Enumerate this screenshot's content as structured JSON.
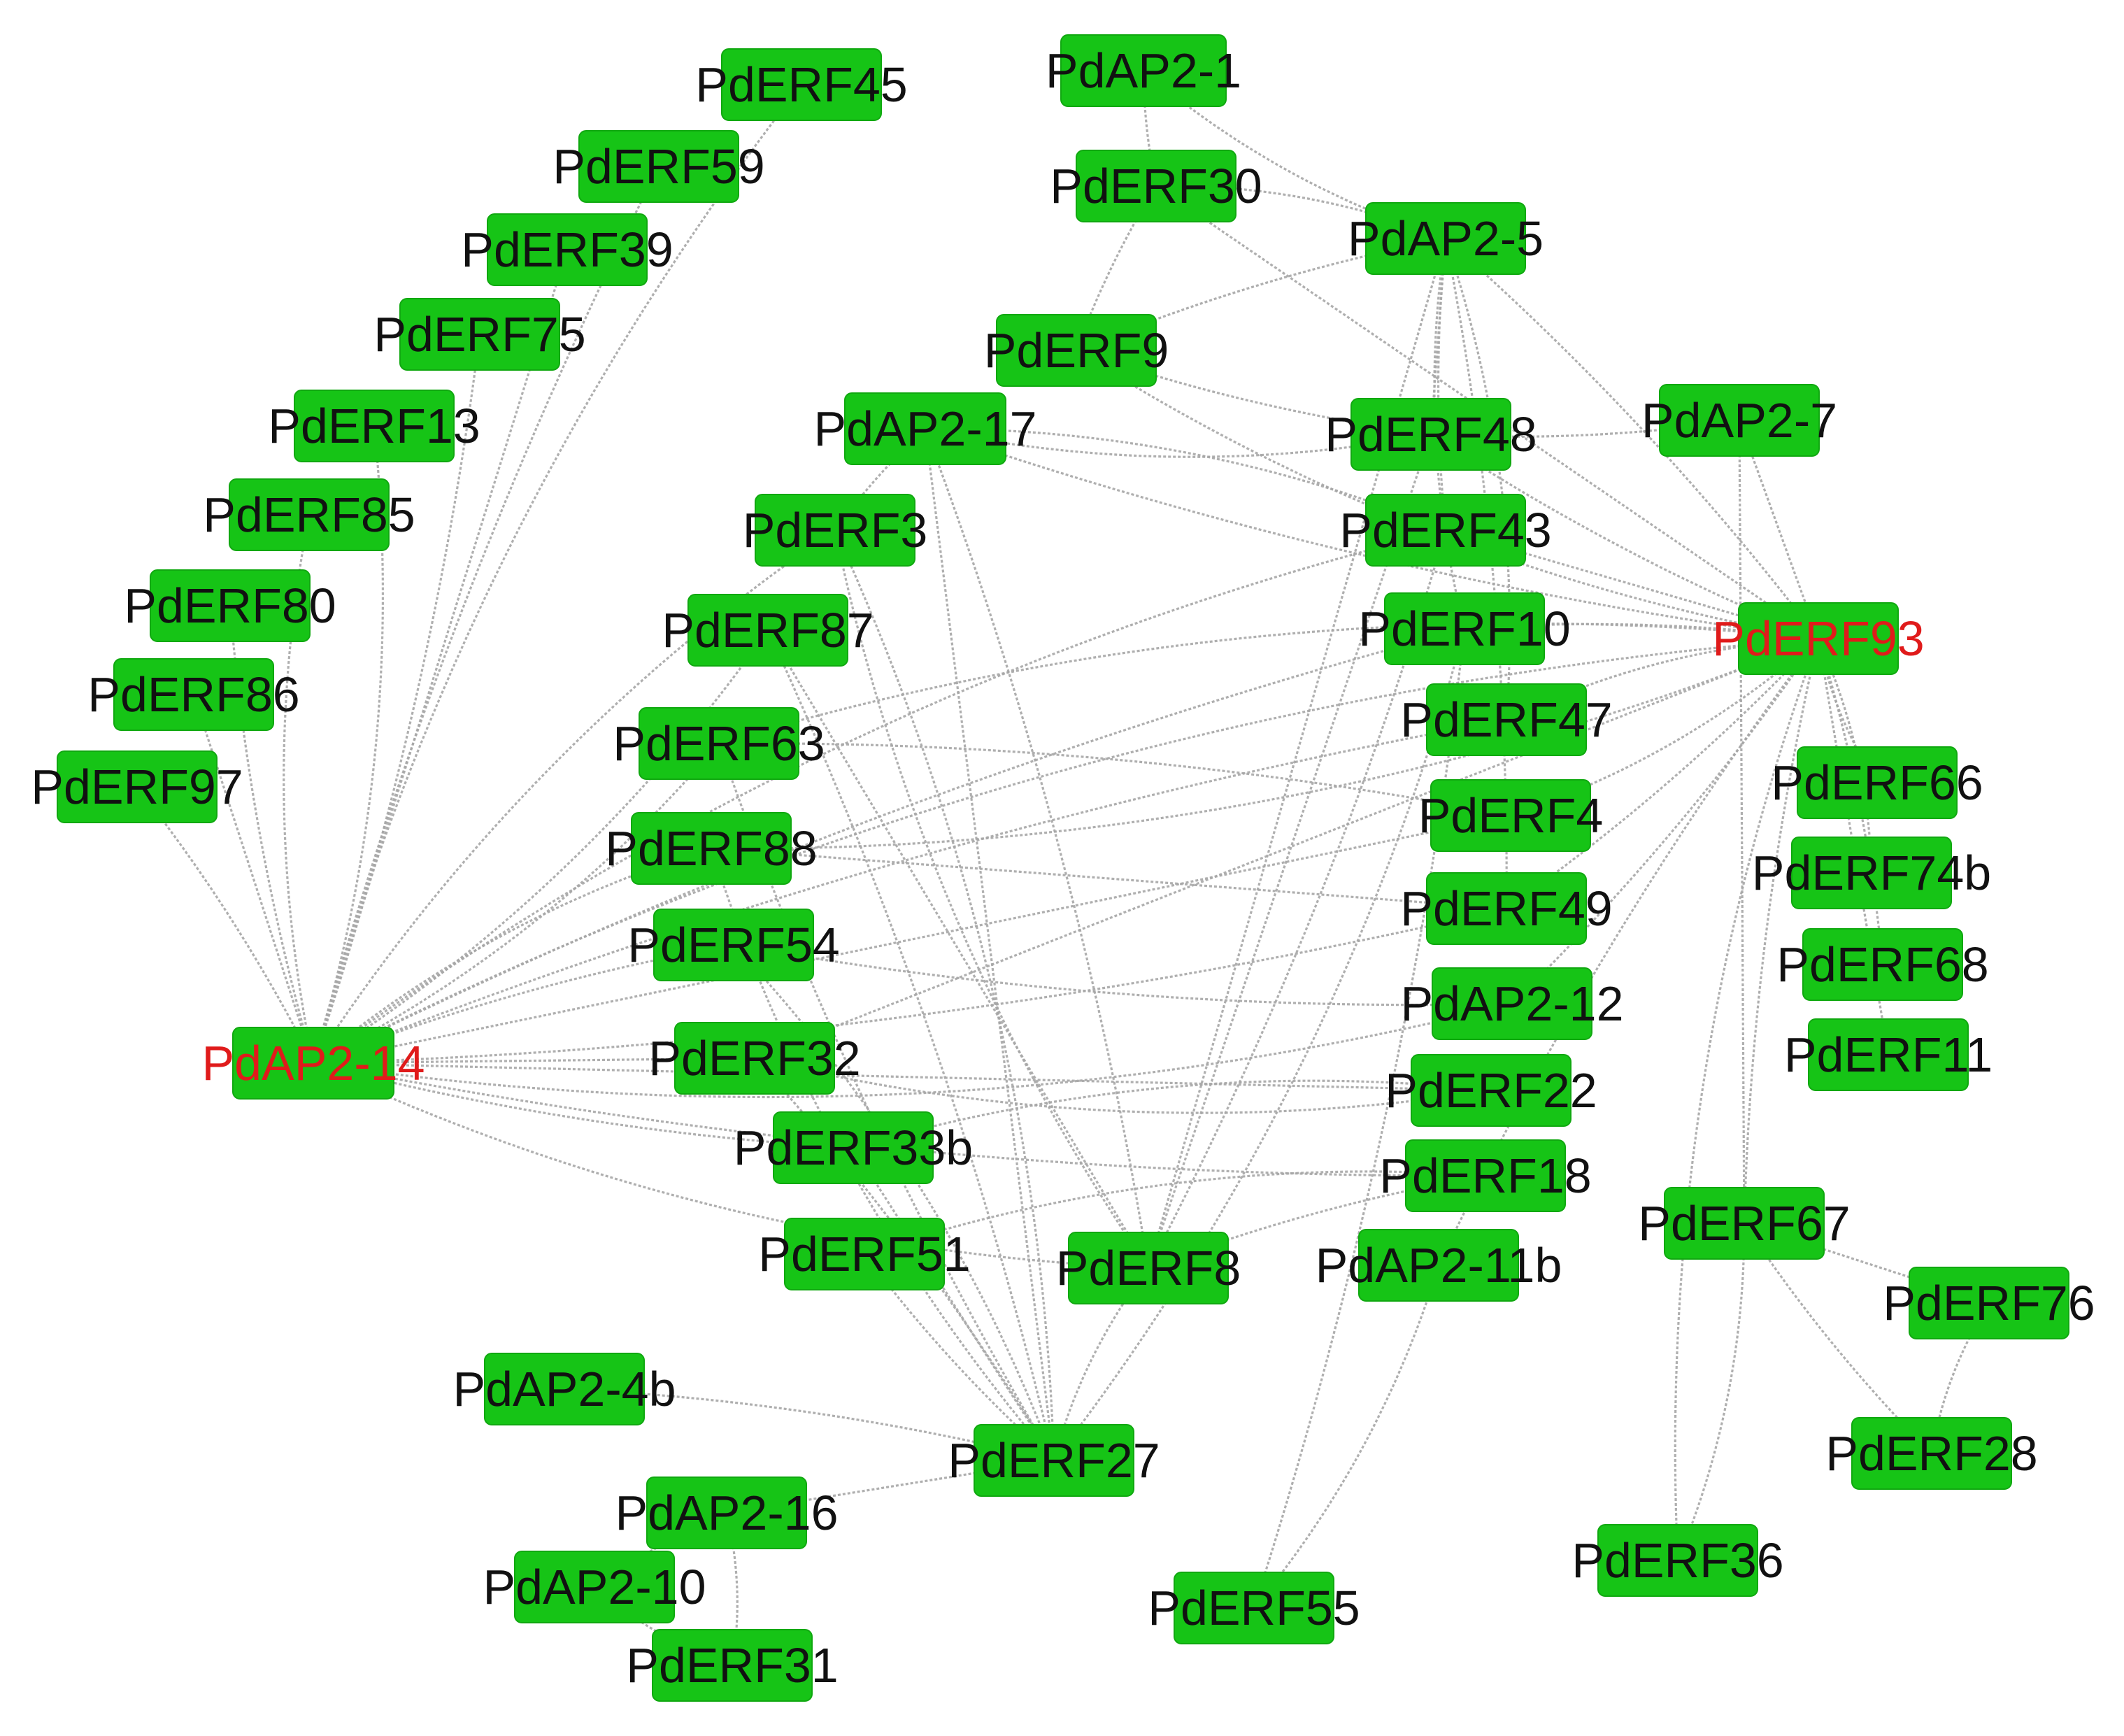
{
  "colors": {
    "node_fill": "#16c416",
    "edge": "#a6a6a6",
    "label": "#111111",
    "hub_label": "#e01b1b"
  },
  "hubs": [
    "PdAP2-14",
    "PdERF93"
  ],
  "nodes": [
    {
      "id": "PdERF45",
      "label": "PdERF45"
    },
    {
      "id": "PdERF59",
      "label": "PdERF59"
    },
    {
      "id": "PdERF39",
      "label": "PdERF39"
    },
    {
      "id": "PdERF75",
      "label": "PdERF75"
    },
    {
      "id": "PdERF13",
      "label": "PdERF13"
    },
    {
      "id": "PdERF85",
      "label": "PdERF85"
    },
    {
      "id": "PdERF80",
      "label": "PdERF80"
    },
    {
      "id": "PdERF86",
      "label": "PdERF86"
    },
    {
      "id": "PdERF97",
      "label": "PdERF97"
    },
    {
      "id": "PdAP2-14",
      "label": "PdAP2-14"
    },
    {
      "id": "PdAP2-1",
      "label": "PdAP2-1"
    },
    {
      "id": "PdERF30",
      "label": "PdERF30"
    },
    {
      "id": "PdAP2-5",
      "label": "PdAP2-5"
    },
    {
      "id": "PdERF9",
      "label": "PdERF9"
    },
    {
      "id": "PdAP2-17",
      "label": "PdAP2-17"
    },
    {
      "id": "PdERF3",
      "label": "PdERF3"
    },
    {
      "id": "PdERF87",
      "label": "PdERF87"
    },
    {
      "id": "PdERF63",
      "label": "PdERF63"
    },
    {
      "id": "PdERF88",
      "label": "PdERF88"
    },
    {
      "id": "PdERF54",
      "label": "PdERF54"
    },
    {
      "id": "PdERF32",
      "label": "PdERF32"
    },
    {
      "id": "PdERF33b",
      "label": "PdERF33b"
    },
    {
      "id": "PdERF51",
      "label": "PdERF51"
    },
    {
      "id": "PdERF8",
      "label": "PdERF8"
    },
    {
      "id": "PdERF48",
      "label": "PdERF48"
    },
    {
      "id": "PdERF43",
      "label": "PdERF43"
    },
    {
      "id": "PdERF10",
      "label": "PdERF10"
    },
    {
      "id": "PdERF47",
      "label": "PdERF47"
    },
    {
      "id": "PdERF4",
      "label": "PdERF4"
    },
    {
      "id": "PdERF49",
      "label": "PdERF49"
    },
    {
      "id": "PdAP2-12",
      "label": "PdAP2-12"
    },
    {
      "id": "PdERF22",
      "label": "PdERF22"
    },
    {
      "id": "PdERF18",
      "label": "PdERF18"
    },
    {
      "id": "PdAP2-11b",
      "label": "PdAP2-11b"
    },
    {
      "id": "PdAP2-7",
      "label": "PdAP2-7"
    },
    {
      "id": "PdERF93",
      "label": "PdERF93"
    },
    {
      "id": "PdERF66",
      "label": "PdERF66"
    },
    {
      "id": "PdERF74b",
      "label": "PdERF74b"
    },
    {
      "id": "PdERF68",
      "label": "PdERF68"
    },
    {
      "id": "PdERF11",
      "label": "PdERF11"
    },
    {
      "id": "PdERF67",
      "label": "PdERF67"
    },
    {
      "id": "PdERF76",
      "label": "PdERF76"
    },
    {
      "id": "PdERF28",
      "label": "PdERF28"
    },
    {
      "id": "PdERF36",
      "label": "PdERF36"
    },
    {
      "id": "PdERF55",
      "label": "PdERF55"
    },
    {
      "id": "PdAP2-4b",
      "label": "PdAP2-4b"
    },
    {
      "id": "PdERF27",
      "label": "PdERF27"
    },
    {
      "id": "PdAP2-16",
      "label": "PdAP2-16"
    },
    {
      "id": "PdAP2-10",
      "label": "PdAP2-10"
    },
    {
      "id": "PdERF31",
      "label": "PdERF31"
    }
  ],
  "edges": [
    [
      "PdAP2-14",
      "PdERF45"
    ],
    [
      "PdAP2-14",
      "PdERF59"
    ],
    [
      "PdAP2-14",
      "PdERF39"
    ],
    [
      "PdAP2-14",
      "PdERF75"
    ],
    [
      "PdAP2-14",
      "PdERF13"
    ],
    [
      "PdAP2-14",
      "PdERF85"
    ],
    [
      "PdAP2-14",
      "PdERF80"
    ],
    [
      "PdAP2-14",
      "PdERF86"
    ],
    [
      "PdAP2-14",
      "PdERF97"
    ],
    [
      "PdAP2-14",
      "PdERF63"
    ],
    [
      "PdAP2-14",
      "PdERF88"
    ],
    [
      "PdAP2-14",
      "PdERF54"
    ],
    [
      "PdAP2-14",
      "PdERF32"
    ],
    [
      "PdAP2-14",
      "PdERF33b"
    ],
    [
      "PdAP2-14",
      "PdERF87"
    ],
    [
      "PdAP2-14",
      "PdERF3"
    ],
    [
      "PdAP2-14",
      "PdERF47"
    ],
    [
      "PdAP2-14",
      "PdERF4"
    ],
    [
      "PdAP2-14",
      "PdERF49"
    ],
    [
      "PdAP2-14",
      "PdAP2-12"
    ],
    [
      "PdAP2-14",
      "PdERF93"
    ],
    [
      "PdAP2-14",
      "PdERF10"
    ],
    [
      "PdAP2-14",
      "PdERF22"
    ],
    [
      "PdAP2-14",
      "PdERF18"
    ],
    [
      "PdAP2-14",
      "PdERF8"
    ],
    [
      "PdAP2-14",
      "PdERF43"
    ],
    [
      "PdERF93",
      "PdERF48"
    ],
    [
      "PdERF93",
      "PdERF43"
    ],
    [
      "PdERF93",
      "PdERF10"
    ],
    [
      "PdERF93",
      "PdERF47"
    ],
    [
      "PdERF93",
      "PdERF4"
    ],
    [
      "PdERF93",
      "PdERF49"
    ],
    [
      "PdERF93",
      "PdAP2-7"
    ],
    [
      "PdERF93",
      "PdAP2-5"
    ],
    [
      "PdERF93",
      "PdERF66"
    ],
    [
      "PdERF93",
      "PdERF74b"
    ],
    [
      "PdERF93",
      "PdERF68"
    ],
    [
      "PdERF93",
      "PdERF11"
    ],
    [
      "PdERF93",
      "PdERF67"
    ],
    [
      "PdERF93",
      "PdERF36"
    ],
    [
      "PdERF93",
      "PdERF9"
    ],
    [
      "PdERF93",
      "PdAP2-17"
    ],
    [
      "PdERF93",
      "PdERF30"
    ],
    [
      "PdERF93",
      "PdAP2-11b"
    ],
    [
      "PdERF93",
      "PdERF63"
    ],
    [
      "PdERF93",
      "PdERF88"
    ],
    [
      "PdERF93",
      "PdAP2-12"
    ],
    [
      "PdERF93",
      "PdERF32"
    ],
    [
      "PdAP2-1",
      "PdERF30"
    ],
    [
      "PdAP2-1",
      "PdAP2-5"
    ],
    [
      "PdERF30",
      "PdAP2-5"
    ],
    [
      "PdERF9",
      "PdAP2-5"
    ],
    [
      "PdAP2-5",
      "PdERF48"
    ],
    [
      "PdAP2-5",
      "PdERF43"
    ],
    [
      "PdAP2-5",
      "PdERF10"
    ],
    [
      "PdAP2-5",
      "PdERF47"
    ],
    [
      "PdAP2-5",
      "PdERF49"
    ],
    [
      "PdAP2-5",
      "PdERF8"
    ],
    [
      "PdERF9",
      "PdERF48"
    ],
    [
      "PdAP2-17",
      "PdERF48"
    ],
    [
      "PdAP2-17",
      "PdERF43"
    ],
    [
      "PdAP2-17",
      "PdERF8"
    ],
    [
      "PdAP2-17",
      "PdERF27"
    ],
    [
      "PdAP2-17",
      "PdERF3"
    ],
    [
      "PdERF3",
      "PdERF8"
    ],
    [
      "PdERF3",
      "PdERF27"
    ],
    [
      "PdERF87",
      "PdERF27"
    ],
    [
      "PdERF87",
      "PdERF8"
    ],
    [
      "PdERF63",
      "PdERF27"
    ],
    [
      "PdERF88",
      "PdERF27"
    ],
    [
      "PdERF54",
      "PdERF27"
    ],
    [
      "PdERF32",
      "PdERF27"
    ],
    [
      "PdERF33b",
      "PdERF27"
    ],
    [
      "PdERF51",
      "PdERF27"
    ],
    [
      "PdERF8",
      "PdERF27"
    ],
    [
      "PdERF10",
      "PdERF27"
    ],
    [
      "PdERF43",
      "PdERF8"
    ],
    [
      "PdERF48",
      "PdERF8"
    ],
    [
      "PdERF18",
      "PdERF8"
    ],
    [
      "PdERF22",
      "PdERF33b"
    ],
    [
      "PdAP2-11b",
      "PdERF55"
    ],
    [
      "PdERF10",
      "PdERF55"
    ],
    [
      "PdERF67",
      "PdERF76"
    ],
    [
      "PdERF67",
      "PdERF28"
    ],
    [
      "PdERF76",
      "PdERF28"
    ],
    [
      "PdERF67",
      "PdERF36"
    ],
    [
      "PdAP2-4b",
      "PdERF27"
    ],
    [
      "PdAP2-16",
      "PdERF27"
    ],
    [
      "PdAP2-16",
      "PdAP2-10"
    ],
    [
      "PdAP2-10",
      "PdERF31"
    ],
    [
      "PdAP2-16",
      "PdERF31"
    ],
    [
      "PdERF63",
      "PdERF4"
    ],
    [
      "PdERF88",
      "PdERF49"
    ],
    [
      "PdERF54",
      "PdAP2-12"
    ],
    [
      "PdERF32",
      "PdERF22"
    ],
    [
      "PdERF51",
      "PdERF18"
    ],
    [
      "PdAP2-7",
      "PdERF48"
    ],
    [
      "PdAP2-7",
      "PdERF67"
    ],
    [
      "PdERF30",
      "PdERF9"
    ]
  ]
}
